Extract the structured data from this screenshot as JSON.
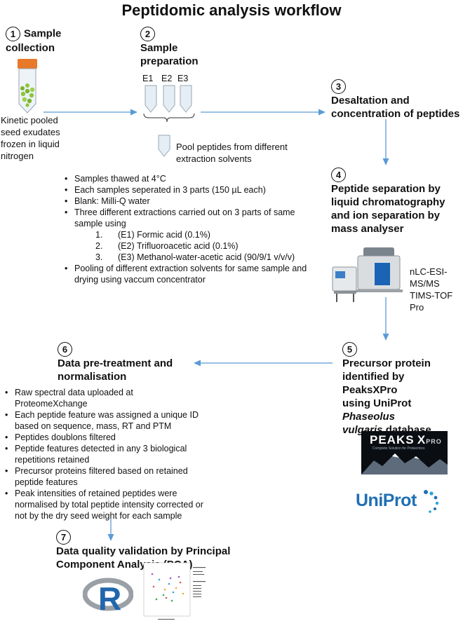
{
  "title": "Peptidomic analysis workflow",
  "steps": {
    "s1": {
      "num": "1",
      "title_l1": "Sample",
      "title_l2": "collection",
      "desc": [
        "Kinetic pooled",
        "seed exudates",
        "frozen in liquid",
        "nitrogen"
      ]
    },
    "s2": {
      "num": "2",
      "title_l1": "Sample",
      "title_l2": "preparation",
      "tubes": [
        "E1",
        "E2",
        "E3"
      ],
      "pool_l1": "Pool peptides from different",
      "pool_l2": "extraction solvents",
      "bullets": [
        "Samples thawed at 4°C",
        "Each samples seperated in 3 parts (150 µL each)",
        "Blank: Milli-Q water",
        "Three different extractions carried out on 3 parts of same sample using"
      ],
      "numbered": [
        {
          "n": "1.",
          "text": "(E1) Formic acid (0.1%)"
        },
        {
          "n": "2.",
          "text": "(E2) Trifluoroacetic acid (0.1%)"
        },
        {
          "n": "3.",
          "text": "(E3) Methanol-water-acetic acid (90/9/1 v/v/v)"
        }
      ],
      "last_bullet": "Pooling of different extraction solvents for same sample and drying using vaccum concentrator"
    },
    "s3": {
      "num": "3",
      "title_l1": "Desaltation and",
      "title_l2": "concentration of peptides"
    },
    "s4": {
      "num": "4",
      "title_l1": "Peptide separation by",
      "title_l2": "liquid chromatography",
      "title_l3": "and ion separation by",
      "title_l4": "mass analyser",
      "instr_l1": "nLC-ESI-MS/MS",
      "instr_l2": "TIMS-TOF Pro"
    },
    "s5": {
      "num": "5",
      "title_l1": "Precursor protein",
      "title_l2": "identified by PeaksXPro",
      "title_l3_a": "using UniProt ",
      "title_l3_b": "Phaseolus",
      "title_l4_b": "vulgaris",
      "title_l4_c": " database",
      "peaks_logo": "PEAKS",
      "peaks_x": "X",
      "peaks_pro": "PRO",
      "peaks_tag": "Complete Solution for Proteomics",
      "uniprot_logo": "UniProt"
    },
    "s6": {
      "num": "6",
      "title_l1": "Data pre-treatment and",
      "title_l2": "normalisation",
      "bullets": [
        "Raw spectral data uploaded at ProteomeXchange",
        "Each peptide feature was assigned a unique ID based on sequence, mass, RT and PTM",
        "Peptides doublons filtered",
        "Peptide features detected in any 3 biological repetitions retained",
        "Precursor proteins filtered based on retained peptide features",
        "Peak intensities of retained peptides were normalised by total peptide intensity corrected or not by the dry seed weight for each sample"
      ]
    },
    "s7": {
      "num": "7",
      "title_l1": "Data quality validation by Principal",
      "title_l2": "Component Analysis (PCA)",
      "r_logo": "R"
    }
  },
  "colors": {
    "arrow": "#5b9bd5",
    "tube_cap": "#e8782a",
    "seeds": "#8dc63f",
    "uniprot": "#1f77b4"
  }
}
